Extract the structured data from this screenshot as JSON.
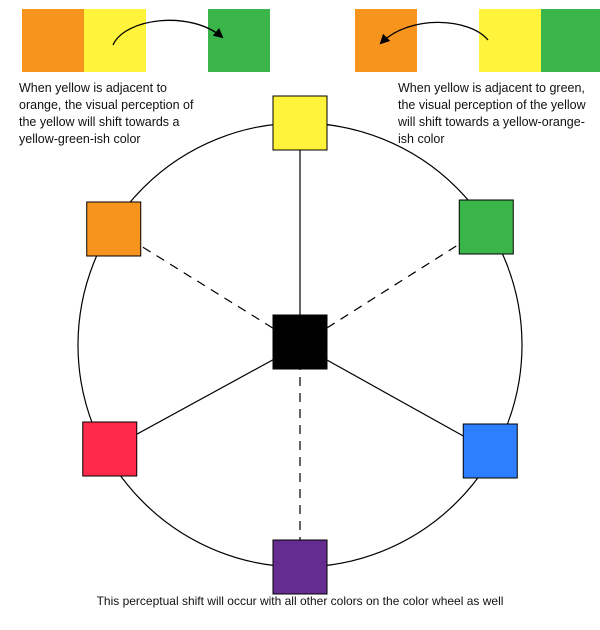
{
  "annotations": {
    "left_example": "When yellow is adjacent to orange, the visual perception of the yellow will shift towards a yellow-green-ish color",
    "right_example": "When yellow is adjacent to green, the visual perception of the yellow will shift towards a yellow-orange-ish color",
    "footer": "This perceptual shift will occur with all other colors on the color wheel as well"
  },
  "swatch_strips": {
    "left": [
      "orange",
      "yellow",
      "white",
      "green"
    ],
    "right": [
      "orange",
      "white",
      "yellow",
      "green"
    ],
    "left_arrow_points_to": "green",
    "right_arrow_points_to": "orange"
  },
  "color_wheel": {
    "center": "black",
    "nodes": [
      {
        "name": "yellow",
        "link": "solid"
      },
      {
        "name": "green",
        "link": "dashed"
      },
      {
        "name": "blue",
        "link": "solid"
      },
      {
        "name": "purple",
        "link": "dashed"
      },
      {
        "name": "red",
        "link": "solid"
      },
      {
        "name": "orange",
        "link": "dashed"
      }
    ]
  },
  "colors": {
    "orange": "#f7941e",
    "yellow": "#fff33b",
    "green": "#39b54a",
    "blue": "#2e7fff",
    "purple": "#662d91",
    "red": "#ff2a4a",
    "black": "#000000",
    "white": "#ffffff",
    "line": "#000000"
  }
}
